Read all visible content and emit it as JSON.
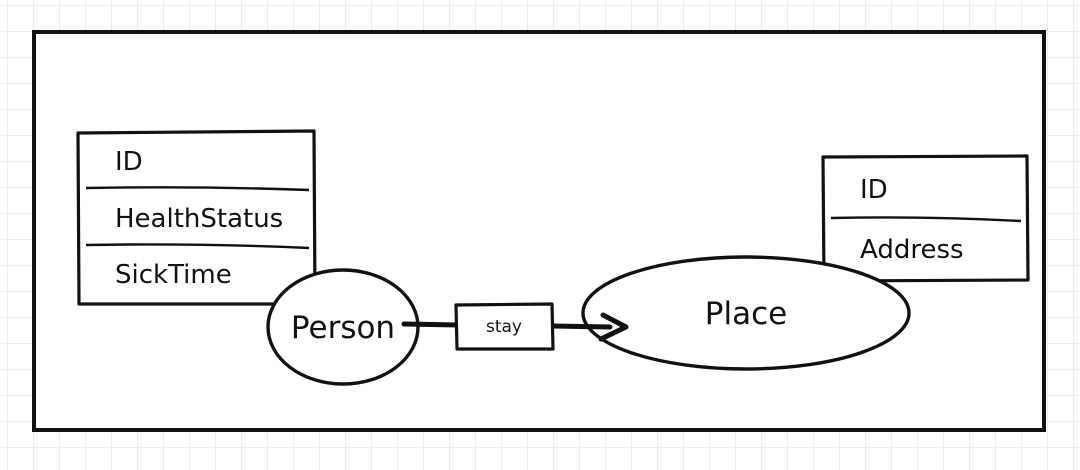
{
  "diagram": {
    "person_entity": {
      "name": "Person",
      "attributes": [
        "ID",
        "HealthStatus",
        "SickTime"
      ]
    },
    "place_entity": {
      "name": "Place",
      "attributes": [
        "ID",
        "Address"
      ]
    },
    "relation": {
      "label": "stay"
    }
  }
}
